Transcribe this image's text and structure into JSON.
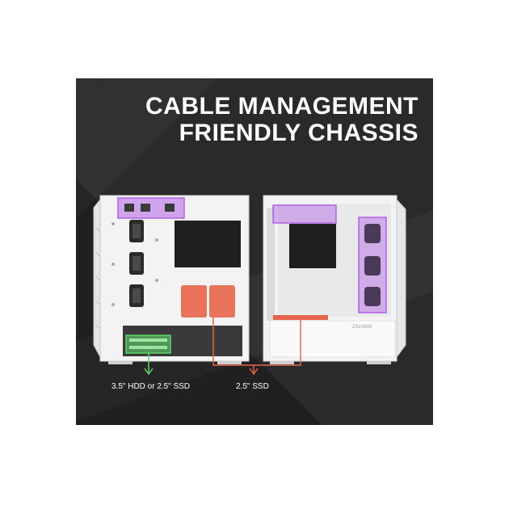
{
  "headline": {
    "line1": "CABLE MANAGEMENT",
    "line2": "FRIENDLY CHASSIS"
  },
  "labels": {
    "hdd": "3.5\" HDD or 2.5\" SSD",
    "ssd": "2.5\" SSD"
  },
  "brand_mark": "ZALMAN",
  "colors": {
    "background": "#2a2a2a",
    "headline": "#ffffff",
    "hdd_highlight": "#5fd36a",
    "ssd_highlight": "#e8644a",
    "cable_highlight": "#b062e6",
    "chassis": "#f2f2f2"
  }
}
